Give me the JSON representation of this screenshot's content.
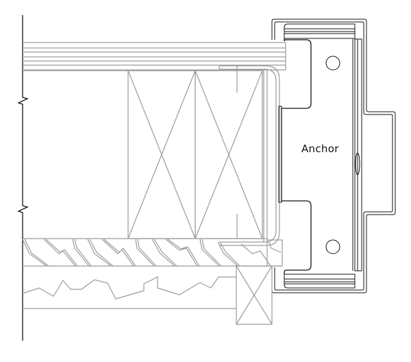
{
  "diagram": {
    "type": "architectural section detail",
    "labels": {
      "anchor": "Anchor"
    },
    "colors": {
      "background": "#ffffff",
      "primary_line": "#111111",
      "secondary_line": "#9a9a9a"
    },
    "components": [
      "wall-break-line",
      "head-trim-boards",
      "wood-blocking-with-x",
      "metal-frame-channel",
      "anchor-bracket",
      "anchor-holes",
      "sill-wood-grain",
      "subfloor-irregular",
      "small-blocking-with-x",
      "outer-frame-profile"
    ]
  }
}
